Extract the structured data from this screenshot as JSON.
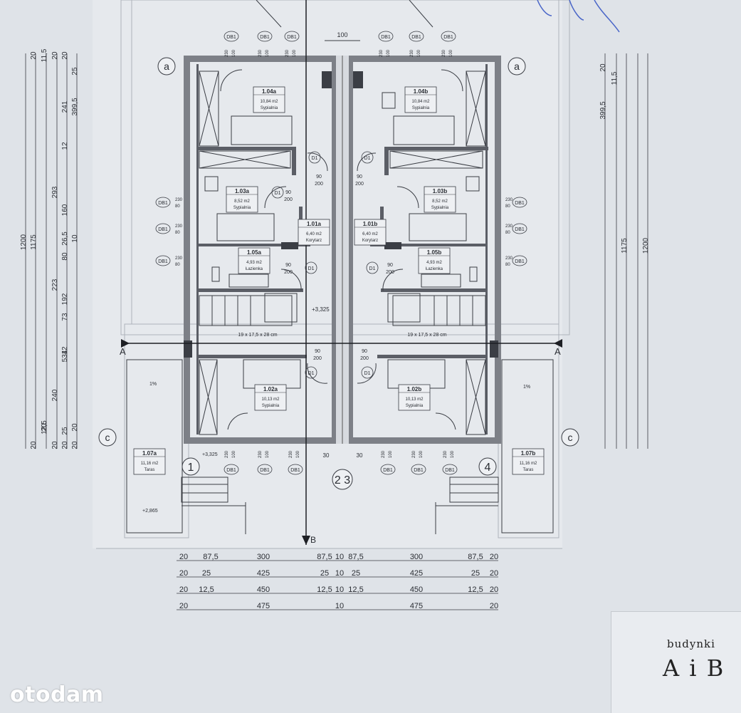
{
  "rooms": [
    {
      "num": "1.04a",
      "area": "10,84 m2",
      "name": "Sypialnia"
    },
    {
      "num": "1.04b",
      "area": "10,84 m2",
      "name": "Sypialnia"
    },
    {
      "num": "1.03a",
      "area": "8,52 m2",
      "name": "Sypialnia"
    },
    {
      "num": "1.03b",
      "area": "8,52 m2",
      "name": "Sypialnia"
    },
    {
      "num": "1.01a",
      "area": "6,40 m2",
      "name": "Korytarz"
    },
    {
      "num": "1.01b",
      "area": "6,40 m2",
      "name": "Korytarz"
    },
    {
      "num": "1.05a",
      "area": "4,93 m2",
      "name": "Łazienka"
    },
    {
      "num": "1.05b",
      "area": "4,93 m2",
      "name": "Łazienka"
    },
    {
      "num": "1.02a",
      "area": "10,13 m2",
      "name": "Sypialnia"
    },
    {
      "num": "1.02b",
      "area": "10,13 m2",
      "name": "Sypialnia"
    },
    {
      "num": "1.07a",
      "area": "11,16 m2",
      "name": "Taras"
    },
    {
      "num": "1.07b",
      "area": "11,16 m2",
      "name": "Taras"
    }
  ],
  "window_tag": "DB1",
  "window_sizes": {
    "w230": "230",
    "w100": "100",
    "w80": "80"
  },
  "door_tag": "D1",
  "door_sizes": {
    "w": "90",
    "h": "200"
  },
  "grid_axes": {
    "a": "a",
    "c": "c",
    "one": "1",
    "twothree": "2 3",
    "four": "4"
  },
  "sections": {
    "a": "A",
    "b": "B"
  },
  "stairs": "19 x 17,5 x 28 cm",
  "levels": {
    "upper": "+3,325",
    "lower_a": "+3,325",
    "terrace": "+2,865"
  },
  "slope": "1%",
  "top_dim": "100",
  "gap_dim": "30",
  "left_dims": {
    "col1": [
      "1200"
    ],
    "col2": [
      "20",
      "1175",
      "20"
    ],
    "col3": [
      "11,5",
      "20",
      "12,5"
    ],
    "col4": [
      "20",
      "293",
      "223",
      "240",
      "20"
    ],
    "col5": [
      "20",
      "241",
      "12",
      "160",
      "26,5",
      "80",
      "192",
      "73",
      "12",
      "534",
      "25",
      "20"
    ],
    "col6": [
      "25",
      "399,5",
      "10",
      "20",
      "20"
    ]
  },
  "right_dims": {
    "col1": [
      "20",
      "11,5",
      "399,5",
      "1175",
      "1200"
    ]
  },
  "bottom_dims": [
    [
      "20",
      "87,5",
      "300",
      "87,5",
      "10",
      "87,5",
      "300",
      "87,5",
      "20"
    ],
    [
      "20",
      "25",
      "425",
      "25",
      "10",
      "25",
      "425",
      "25",
      "20"
    ],
    [
      "20",
      "12,5",
      "450",
      "12,5",
      "10",
      "12,5",
      "450",
      "12,5",
      "20"
    ],
    [
      "20",
      "475",
      "10",
      "475",
      "20"
    ]
  ],
  "stamp": {
    "line1": "budynki",
    "line2": "A i B"
  },
  "watermark": "otodam"
}
